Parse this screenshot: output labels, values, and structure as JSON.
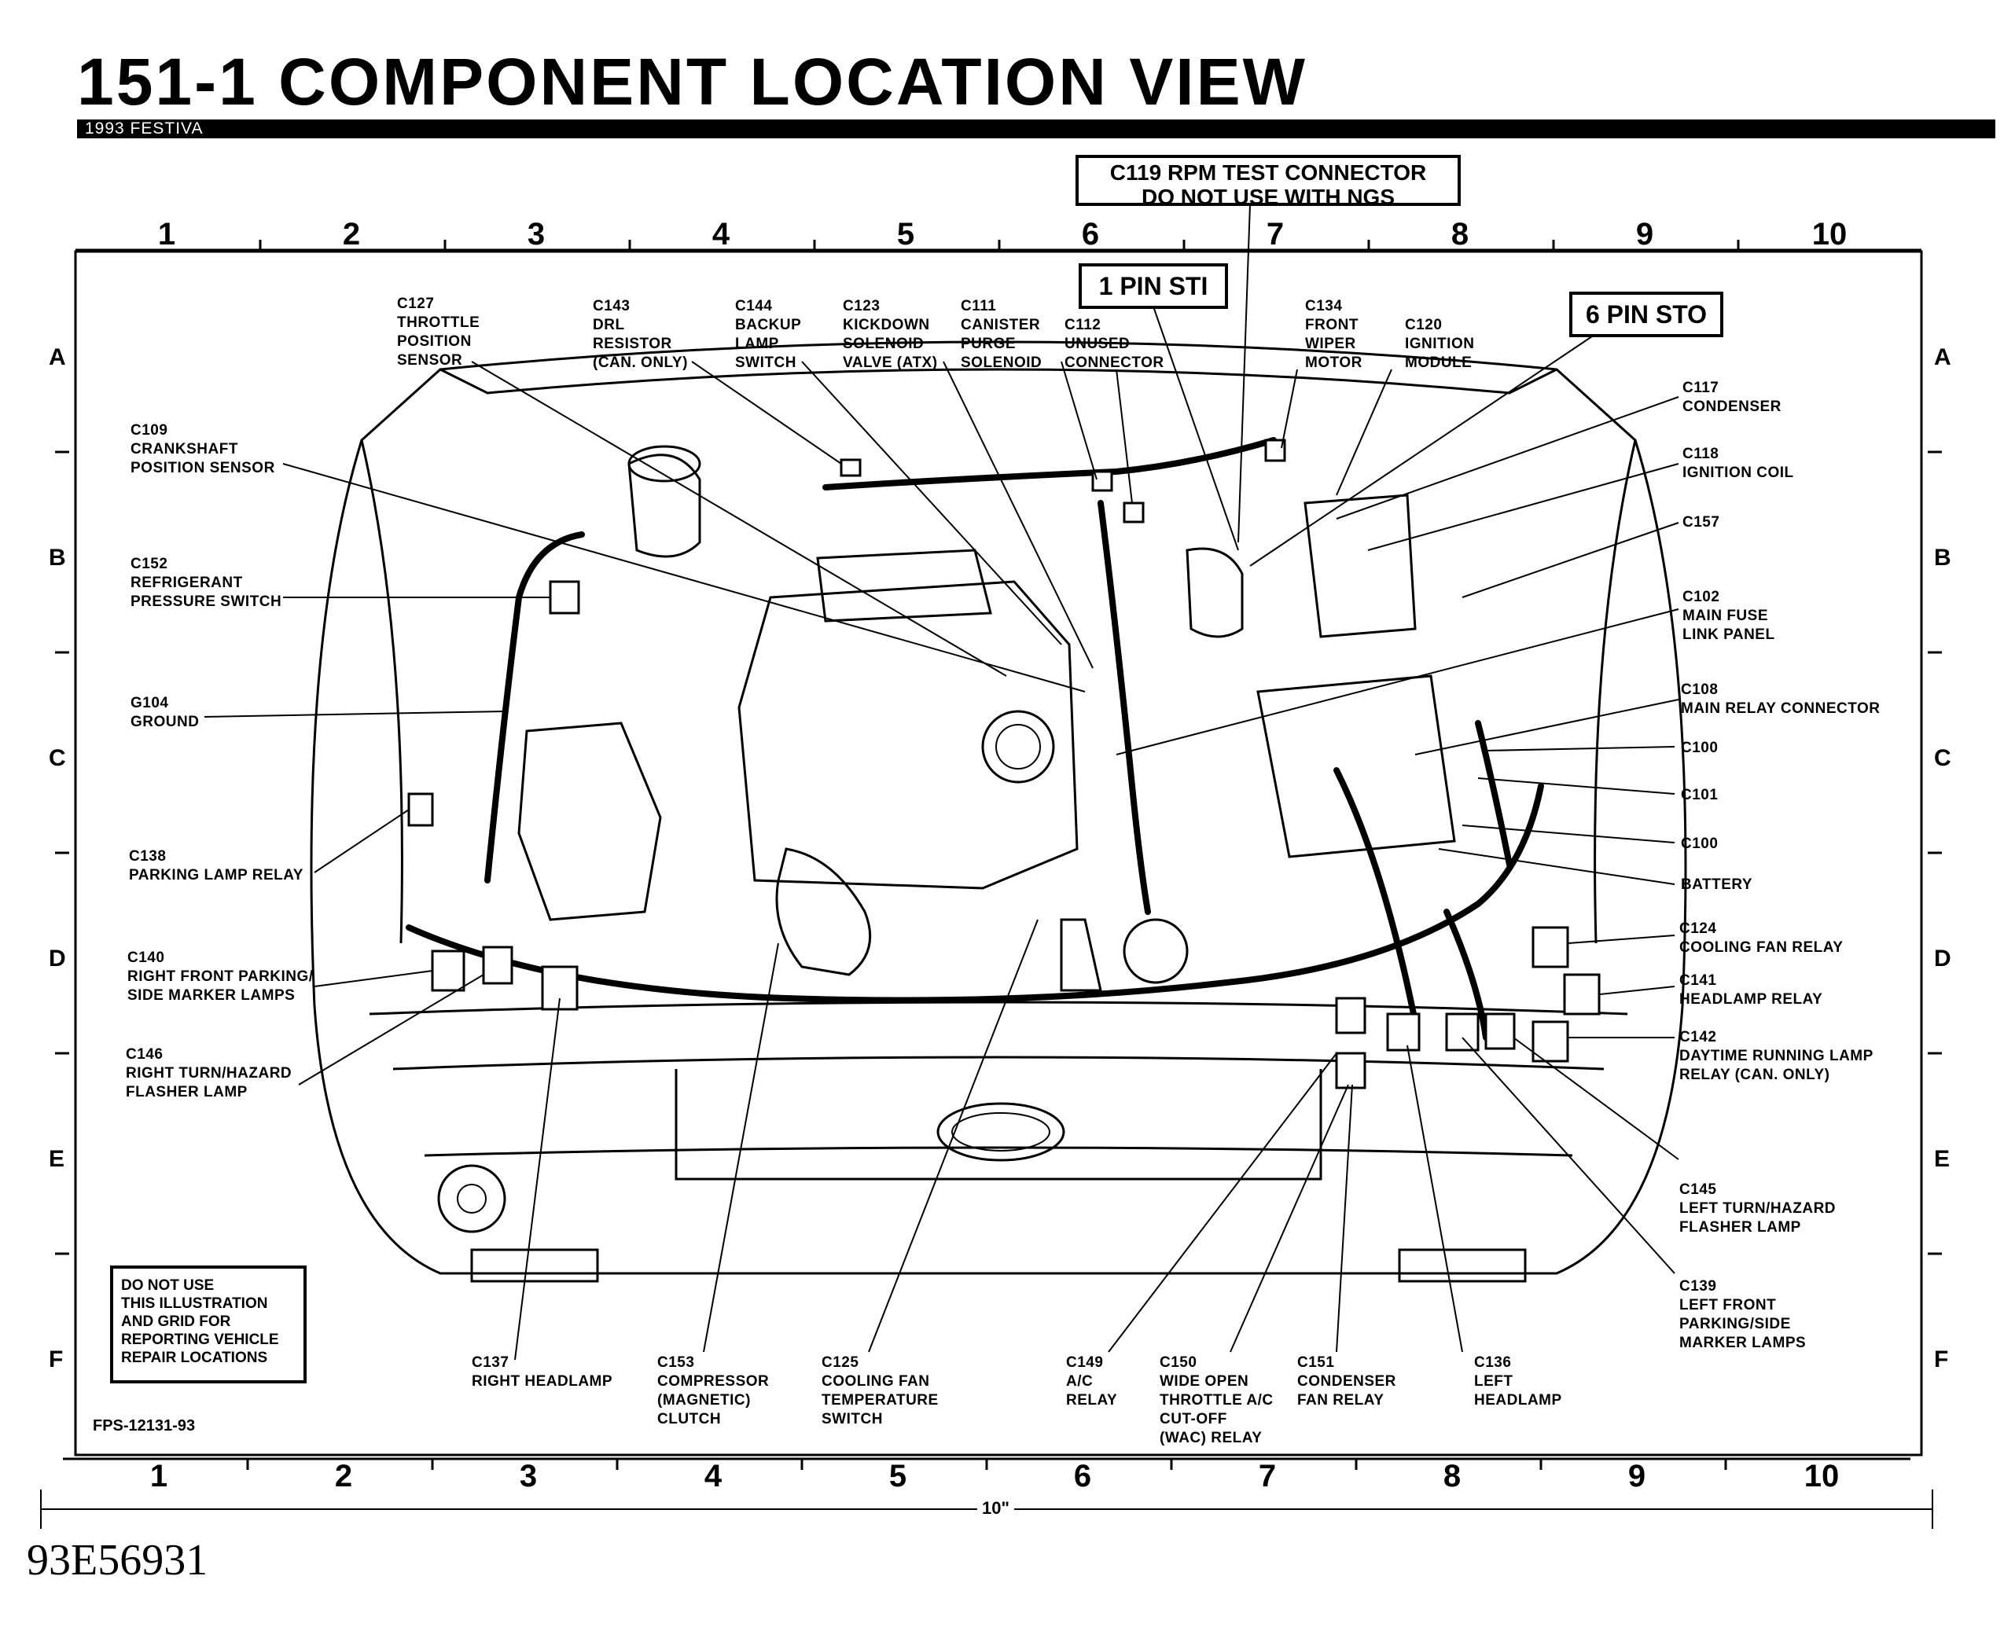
{
  "header": {
    "title": "151-1   COMPONENT  LOCATION  VIEW",
    "subtitle": "1993 FESTIVA"
  },
  "callouts": {
    "rpm_line1": "C119 RPM TEST CONNECTOR",
    "rpm_line2": "DO NOT USE WITH NGS",
    "sti": "1 PIN STI",
    "sto": "6 PIN STO"
  },
  "grid": {
    "columns": [
      "1",
      "2",
      "3",
      "4",
      "5",
      "6",
      "7",
      "8",
      "9",
      "10"
    ],
    "rows": [
      "A",
      "B",
      "C",
      "D",
      "E",
      "F"
    ]
  },
  "labels": {
    "c127": "C127\nTHROTTLE\nPOSITION\nSENSOR",
    "c143": "C143\nDRL\nRESISTOR\n(CAN. ONLY)",
    "c144": "C144\nBACKUP\nLAMP\nSWITCH",
    "c123": "C123\nKICKDOWN\nSOLENOID\nVALVE (ATX)",
    "c111": "C111\nCANISTER\nPURGE\nSOLENOID",
    "c112": "C112\nUNUSED\nCONNECTOR",
    "c134": "C134\nFRONT\nWIPER\nMOTOR",
    "c120": "C120\nIGNITION\nMODULE",
    "c109": "C109\nCRANKSHAFT\nPOSITION SENSOR",
    "c152": "C152\nREFRIGERANT\nPRESSURE SWITCH",
    "g104": "G104\nGROUND",
    "c138": "C138\nPARKING LAMP RELAY",
    "c140": "C140\nRIGHT FRONT PARKING/\nSIDE MARKER LAMPS",
    "c146": "C146\nRIGHT TURN/HAZARD\nFLASHER LAMP",
    "c117": "C117\nCONDENSER",
    "c118": "C118\nIGNITION COIL",
    "c157": "C157",
    "c102": "C102\nMAIN FUSE\nLINK PANEL",
    "c108": "C108\nMAIN RELAY CONNECTOR",
    "c100a": "C100",
    "c101": "C101",
    "c100b": "C100",
    "battery": "BATTERY",
    "c124": "C124\nCOOLING FAN RELAY",
    "c141": "C141\nHEADLAMP RELAY",
    "c142": "C142\nDAYTIME RUNNING LAMP\nRELAY (CAN. ONLY)",
    "c145": "C145\nLEFT TURN/HAZARD\nFLASHER LAMP",
    "c139": "C139\nLEFT FRONT\nPARKING/SIDE\nMARKER LAMPS",
    "c137": "C137\nRIGHT HEADLAMP",
    "c153": "C153\nCOMPRESSOR\n(MAGNETIC)\nCLUTCH",
    "c125": "C125\nCOOLING FAN\nTEMPERATURE\nSWITCH",
    "c149": "C149\nA/C\nRELAY",
    "c150": "C150\nWIDE OPEN\nTHROTTLE A/C\nCUT-OFF\n(WAC) RELAY",
    "c151": "C151\nCONDENSER\nFAN RELAY",
    "c136": "C136\nLEFT\nHEADLAMP"
  },
  "warning": "DO NOT USE\nTHIS ILLUSTRATION\nAND GRID FOR\nREPORTING VEHICLE\nREPAIR LOCATIONS",
  "figure_id": "FPS-12131-93",
  "dimension": "10\"",
  "document_id": "93E56931"
}
